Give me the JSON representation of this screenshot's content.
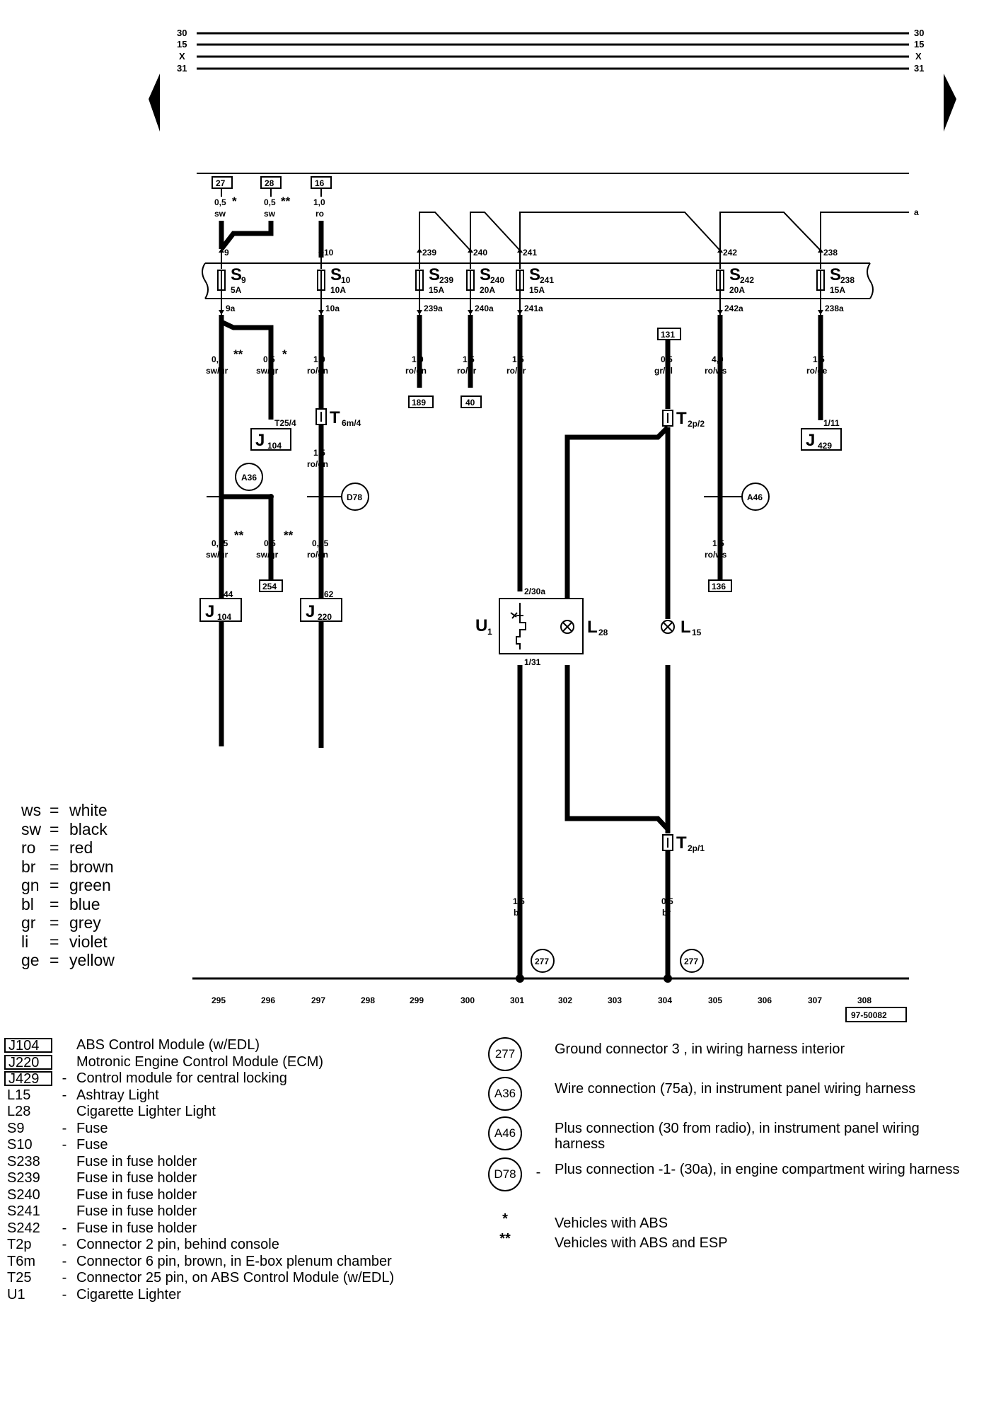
{
  "rails": {
    "left": [
      "30",
      "15",
      "X",
      "31"
    ],
    "right": [
      "30",
      "15",
      "X",
      "31"
    ]
  },
  "top_refs": [
    "27",
    "28",
    "16"
  ],
  "wires_top": [
    {
      "size": "0,5",
      "color": "sw",
      "mark": "*"
    },
    {
      "size": "0,5",
      "color": "sw",
      "mark": "**"
    },
    {
      "size": "1,0",
      "color": "ro",
      "mark": ""
    }
  ],
  "fuse_in": [
    "9",
    "10",
    "239",
    "240",
    "241",
    "242",
    "238"
  ],
  "fuses": [
    {
      "name": "S",
      "sub": "9",
      "rating": "5A"
    },
    {
      "name": "S",
      "sub": "10",
      "rating": "10A"
    },
    {
      "name": "S",
      "sub": "239",
      "rating": "15A"
    },
    {
      "name": "S",
      "sub": "240",
      "rating": "20A"
    },
    {
      "name": "S",
      "sub": "241",
      "rating": "15A"
    },
    {
      "name": "S",
      "sub": "242",
      "rating": "20A"
    },
    {
      "name": "S",
      "sub": "238",
      "rating": "15A"
    }
  ],
  "fuse_out": [
    "9a",
    "10a",
    "239a",
    "240a",
    "241a",
    "242a",
    "238a"
  ],
  "a_label": "a",
  "wires_mid": [
    {
      "size": "0,5",
      "color": "sw/gr",
      "mark": "**"
    },
    {
      "size": "0,5",
      "color": "sw/gr",
      "mark": "*"
    },
    {
      "size": "1,0",
      "color": "ro/gn",
      "mark": ""
    },
    {
      "size": "1,0",
      "color": "ro/gn",
      "mark": ""
    },
    {
      "size": "1,5",
      "color": "ro/br",
      "mark": ""
    },
    {
      "size": "1,5",
      "color": "ro/gr",
      "mark": ""
    },
    {
      "size": "0,5",
      "color": "gr/bl",
      "mark": ""
    },
    {
      "size": "4,0",
      "color": "ro/ws",
      "mark": ""
    },
    {
      "size": "1,5",
      "color": "ro/ge",
      "mark": ""
    }
  ],
  "ref_boxes": {
    "r189": "189",
    "r40": "40",
    "r131": "131",
    "r254": "254",
    "r136": "136",
    "docnum": "97-50082"
  },
  "components": {
    "j104a": {
      "name": "J",
      "sub": "104",
      "pin": "T25/4"
    },
    "j104b": {
      "name": "J",
      "sub": "104",
      "pin": "44"
    },
    "j220": {
      "name": "J",
      "sub": "220",
      "pin": "62"
    },
    "j429": {
      "name": "J",
      "sub": "429",
      "pin": "1/11"
    },
    "t6m": {
      "name": "T",
      "sub": "6m/4"
    },
    "t2p2": {
      "name": "T",
      "sub": "2p/2"
    },
    "t2p1": {
      "name": "T",
      "sub": "2p/1"
    },
    "u1": {
      "name": "U",
      "sub": "1",
      "pin_top": "2/30a",
      "pin_bot": "1/31"
    },
    "l28": {
      "name": "L",
      "sub": "28"
    },
    "l15": {
      "name": "L",
      "sub": "15"
    }
  },
  "wires_low": [
    {
      "size": "1,5",
      "color": "ro/gn"
    },
    {
      "size": "0,35",
      "color": "sw/gr",
      "mark": "**"
    },
    {
      "size": "0,5",
      "color": "sw/gr",
      "mark": "**"
    },
    {
      "size": "0,35",
      "color": "ro/gn",
      "mark": ""
    },
    {
      "size": "1,5",
      "color": "ro/ws",
      "mark": ""
    },
    {
      "size": "1,5",
      "color": "br",
      "mark": ""
    },
    {
      "size": "0,5",
      "color": "br",
      "mark": ""
    }
  ],
  "connectors": {
    "a36": "A36",
    "d78": "D78",
    "a46": "A46",
    "g277a": "277",
    "g277b": "277"
  },
  "track": [
    "295",
    "296",
    "297",
    "298",
    "299",
    "300",
    "301",
    "302",
    "303",
    "304",
    "305",
    "306",
    "307",
    "308"
  ],
  "color_legend": [
    {
      "code": "ws",
      "name": "white"
    },
    {
      "code": "sw",
      "name": "black"
    },
    {
      "code": "ro",
      "name": "red"
    },
    {
      "code": "br",
      "name": "brown"
    },
    {
      "code": "gn",
      "name": "green"
    },
    {
      "code": "bl",
      "name": "blue"
    },
    {
      "code": "gr",
      "name": "grey"
    },
    {
      "code": "li",
      "name": "violet"
    },
    {
      "code": "ge",
      "name": "yellow"
    }
  ],
  "parts_legend": [
    {
      "code": "J104",
      "boxed": true,
      "dash": "",
      "desc": "ABS Control Module (w/EDL)"
    },
    {
      "code": "J220",
      "boxed": true,
      "dash": "",
      "desc": "Motronic Engine Control Module (ECM)"
    },
    {
      "code": "J429",
      "boxed": true,
      "dash": "-",
      "desc": "Control module for central locking"
    },
    {
      "code": "L15",
      "boxed": false,
      "dash": "-",
      "desc": "Ashtray Light"
    },
    {
      "code": "L28",
      "boxed": false,
      "dash": "",
      "desc": "Cigarette Lighter Light"
    },
    {
      "code": "S9",
      "boxed": false,
      "dash": "-",
      "desc": "Fuse"
    },
    {
      "code": "S10",
      "boxed": false,
      "dash": "-",
      "desc": "Fuse"
    },
    {
      "code": "S238",
      "boxed": false,
      "dash": "",
      "desc": "Fuse in fuse holder"
    },
    {
      "code": "S239",
      "boxed": false,
      "dash": "",
      "desc": "Fuse in fuse holder"
    },
    {
      "code": "S240",
      "boxed": false,
      "dash": "",
      "desc": "Fuse in fuse holder"
    },
    {
      "code": "S241",
      "boxed": false,
      "dash": "",
      "desc": "Fuse in fuse holder"
    },
    {
      "code": "S242",
      "boxed": false,
      "dash": "-",
      "desc": "Fuse in fuse holder"
    },
    {
      "code": "T2p",
      "boxed": false,
      "dash": "-",
      "desc": "Connector 2 pin, behind console"
    },
    {
      "code": "T6m",
      "boxed": false,
      "dash": "-",
      "desc": "Connector 6 pin, brown, in E-box plenum chamber"
    },
    {
      "code": "T25",
      "boxed": false,
      "dash": "-",
      "desc": "Connector 25 pin, on ABS Control Module (w/EDL)"
    },
    {
      "code": "U1",
      "boxed": false,
      "dash": "-",
      "desc": "Cigarette Lighter"
    }
  ],
  "ref_legend": [
    {
      "circle": "277",
      "dash": "",
      "desc": "Ground connector 3 , in wiring harness interior"
    },
    {
      "circle": "A36",
      "dash": "",
      "desc": "Wire connection (75a), in instrument panel wiring harness"
    },
    {
      "circle": "A46",
      "dash": "",
      "desc": "Plus connection (30 from radio), in instrument panel wiring harness"
    },
    {
      "circle": "D78",
      "dash": "-",
      "desc": "Plus connection -1- (30a), in engine compartment wiring harness"
    }
  ],
  "star_legend": [
    {
      "mark": "*",
      "desc": "Vehicles with ABS"
    },
    {
      "mark": "**",
      "desc": "Vehicles with ABS and ESP"
    }
  ]
}
